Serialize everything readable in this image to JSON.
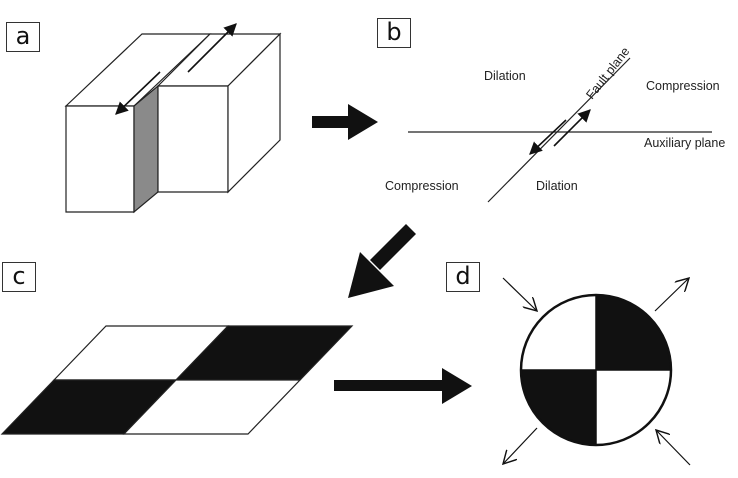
{
  "panels": {
    "a": "a",
    "b": "b",
    "c": "c",
    "d": "d"
  },
  "panel_b": {
    "dilation_upper": "Dilation",
    "fault_plane": "Fault plane",
    "compression_right": "Compression",
    "auxiliary_plane": "Auxiliary plane",
    "compression_left": "Compression",
    "dilation_lower": "Dilation"
  },
  "colors": {
    "ink": "#111111",
    "block_shade": "#888888",
    "background": "#ffffff"
  },
  "icons": [
    "arrow-right-icon",
    "arrow-down-left-icon",
    "double-arrow-icon"
  ]
}
